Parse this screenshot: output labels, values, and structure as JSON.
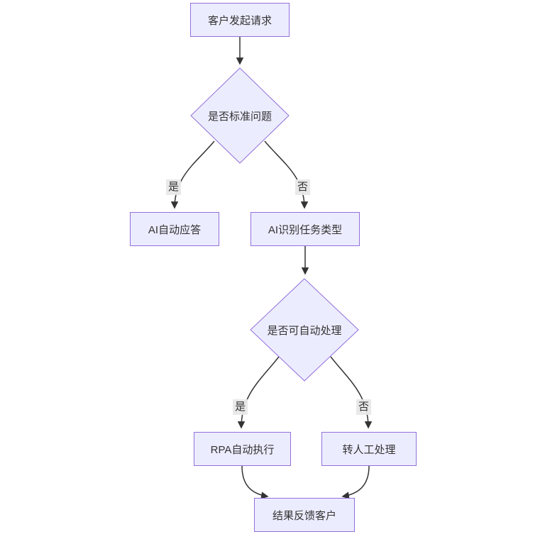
{
  "diagram": {
    "type": "flowchart",
    "direction": "top-down",
    "nodes": [
      {
        "id": "start",
        "label": "客户发起请求",
        "shape": "rect"
      },
      {
        "id": "decision1",
        "label": "是否标准问题",
        "shape": "diamond"
      },
      {
        "id": "ai_reply",
        "label": "AI自动应答",
        "shape": "rect"
      },
      {
        "id": "ai_task",
        "label": "AI识别任务类型",
        "shape": "rect"
      },
      {
        "id": "decision2",
        "label": "是否可自动处理",
        "shape": "diamond"
      },
      {
        "id": "rpa",
        "label": "RPA自动执行",
        "shape": "rect"
      },
      {
        "id": "manual",
        "label": "转人工处理",
        "shape": "rect"
      },
      {
        "id": "result",
        "label": "结果反馈客户",
        "shape": "rect"
      }
    ],
    "edges": [
      {
        "from": "start",
        "to": "decision1",
        "label": ""
      },
      {
        "from": "decision1",
        "to": "ai_reply",
        "label": "是"
      },
      {
        "from": "decision1",
        "to": "ai_task",
        "label": "否"
      },
      {
        "from": "ai_task",
        "to": "decision2",
        "label": ""
      },
      {
        "from": "decision2",
        "to": "rpa",
        "label": "是"
      },
      {
        "from": "decision2",
        "to": "manual",
        "label": "否"
      },
      {
        "from": "rpa",
        "to": "result",
        "label": ""
      },
      {
        "from": "manual",
        "to": "result",
        "label": ""
      }
    ],
    "colors": {
      "node_fill": "#ECECFF",
      "node_border": "#9370DB",
      "edge_stroke": "#333333",
      "edge_label_bg": "#e8e8e8",
      "text": "#333333",
      "background": "#ffffff"
    }
  }
}
